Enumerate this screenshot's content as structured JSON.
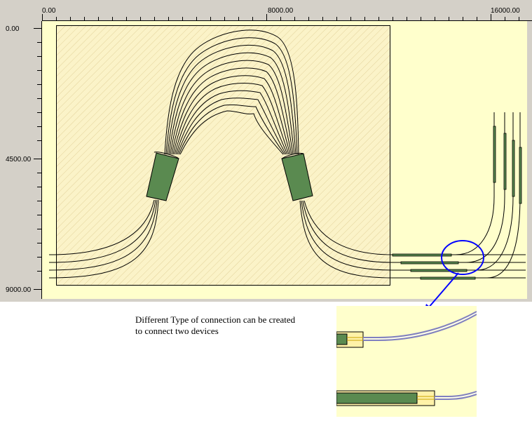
{
  "rulers": {
    "x_labels": [
      "0.00",
      "8000.00",
      "16000.00"
    ],
    "y_labels": [
      "0.00",
      "4500.00",
      "9000.00"
    ]
  },
  "annotation": {
    "line1": "Different Type of connection can be created",
    "line2": "to connect two devices"
  },
  "colors": {
    "window_bg": "#d4d0c8",
    "canvas_bg": "#ffffcc",
    "device_green": "#5a8a50",
    "callout_blue": "#0000ff",
    "waveguide_blue": "#8080c0"
  }
}
